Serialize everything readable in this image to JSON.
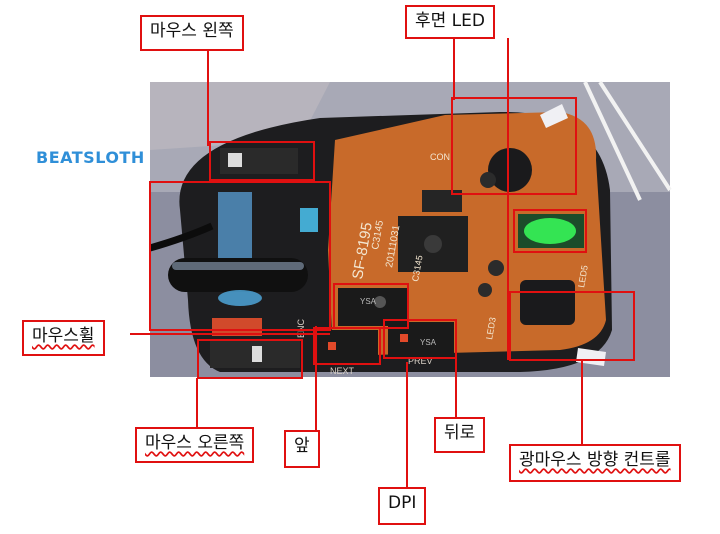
{
  "brand": "BEATSLOTH",
  "labels": {
    "left_click": "마우스 왼쪽",
    "rear_led": "후면 LED",
    "wheel": "마우스휠",
    "right_click": "마우스 오른쪽",
    "forward": "앞",
    "back": "뒤로",
    "dpi": "DPI",
    "direction_control": "광마우스  방향 컨트롤"
  },
  "board_print": {
    "model": "SF-8195",
    "code": "C3145",
    "date": "20111031",
    "chip": "C3145",
    "con": "CON",
    "next": "NEXT",
    "prev": "PREV",
    "enc": "ENC",
    "led3": "LED3",
    "led5": "LED5",
    "switch1": "YSA",
    "switch2": "YSA"
  },
  "colors": {
    "callout": "#e01010",
    "pcb": "#c86a2a",
    "brand": "#2f8fd8",
    "led_green": "#38ff5a"
  }
}
